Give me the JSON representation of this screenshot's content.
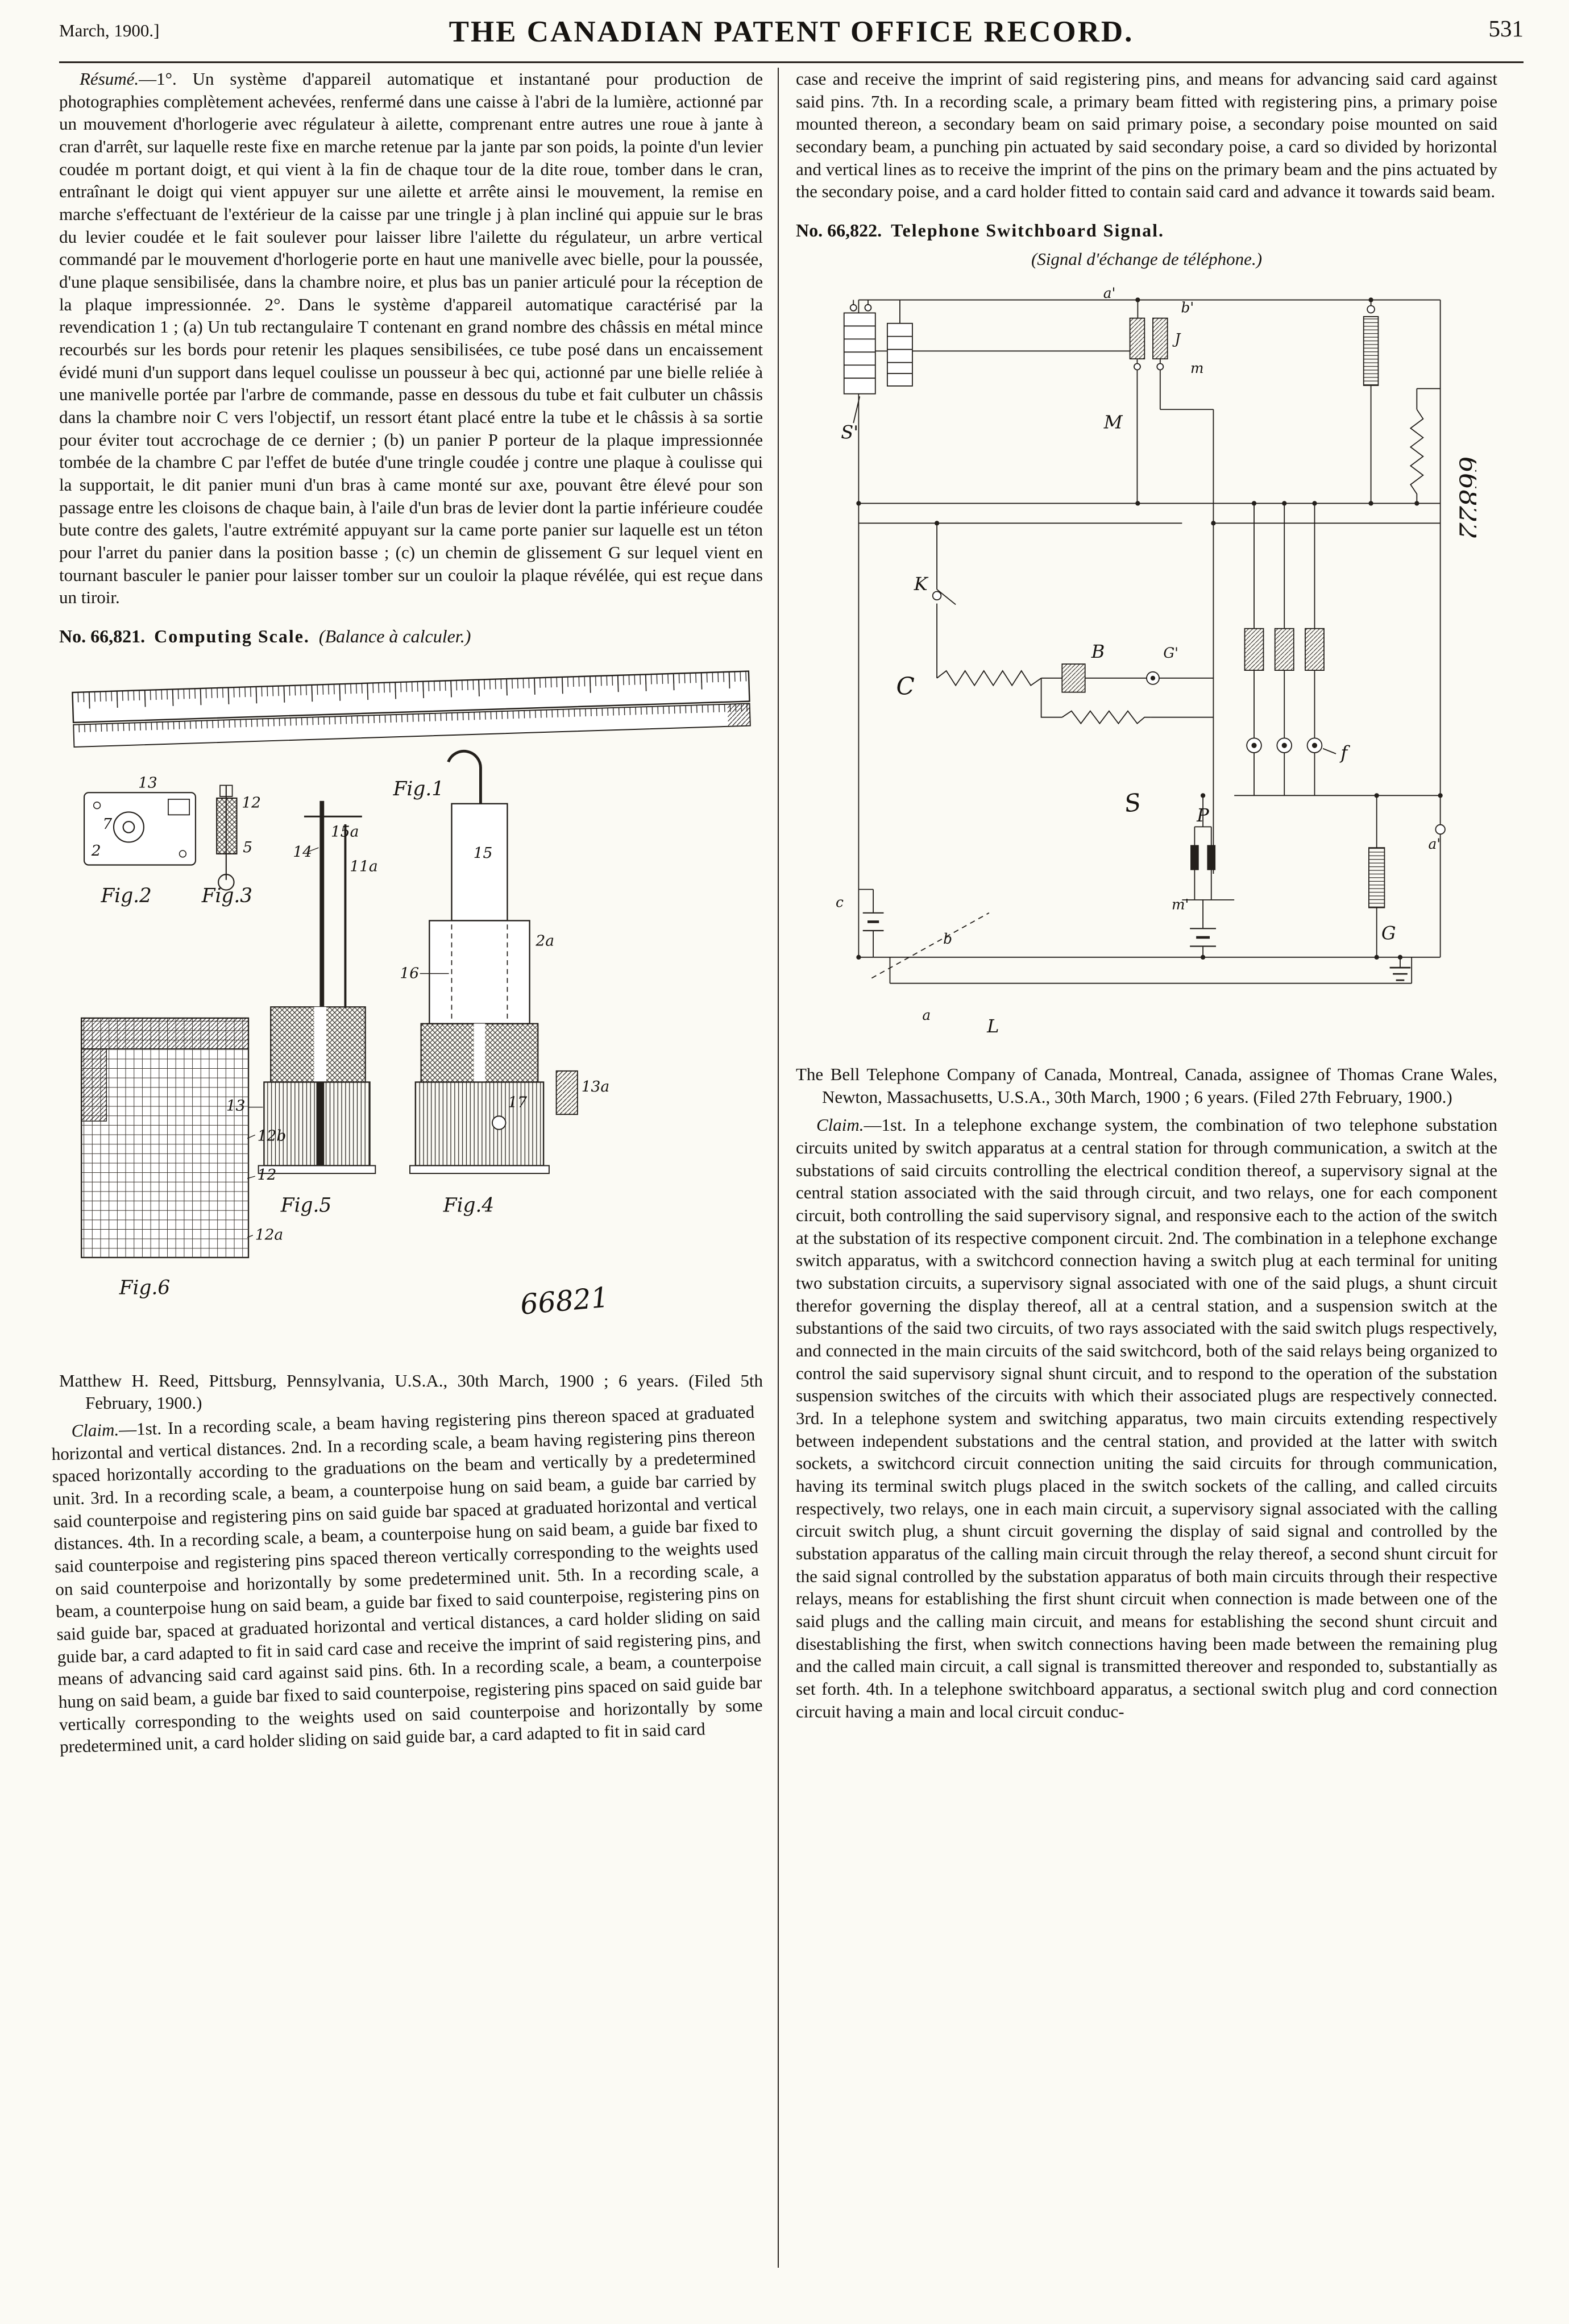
{
  "header": {
    "left": "March, 1900.]",
    "title": "THE CANADIAN PATENT OFFICE RECORD.",
    "page_number": "531"
  },
  "left_column": {
    "resume_label": "Résumé.",
    "resume_text": "—1°. Un système d'appareil automatique et instantané pour production de photographies complètement achevées, renfermé dans une caisse à l'abri de la lumière, actionné par un mouvement d'horlogerie avec régulateur à ailette, comprenant entre autres une roue à jante à cran d'arrêt, sur laquelle reste fixe en marche retenue par la jante par son poids, la pointe d'un levier coudée m portant doigt, et qui vient à la fin de chaque tour de la dite roue, tomber dans le cran, entraînant le doigt qui vient appuyer sur une ailette et arrête ainsi le mouvement, la remise en marche s'effectuant de l'extérieur de la caisse par une tringle j à plan incliné qui appuie sur le bras du levier coudée et le fait soulever pour laisser libre l'ailette du régulateur, un arbre vertical commandé par le mouvement d'horlogerie porte en haut une manivelle avec bielle, pour la poussée, d'une plaque sensibilisée, dans la chambre noire, et plus bas un panier articulé pour la réception de la plaque impressionnée. 2°. Dans le système d'appareil automatique caractérisé par la revendication 1 ; (a) Un tub rectangulaire T contenant en grand nombre des châssis en métal mince recourbés sur les bords pour retenir les plaques sensibilisées, ce tube posé dans un encaissement évidé muni d'un support dans lequel coulisse un pousseur à bec qui, actionné par une bielle reliée à une manivelle portée par l'arbre de commande, passe en dessous du tube et fait culbuter un châssis dans la chambre noir C vers l'objectif, un ressort étant placé entre la tube et le châssis à sa sortie pour éviter tout accrochage de ce dernier ; (b) un panier P porteur de la plaque impressionnée tombée de la chambre C par l'effet de butée d'une tringle coudée j contre une plaque à coulisse qui la supportait, le dit panier muni d'un bras à came monté sur axe, pouvant être élevé pour son passage entre les cloisons de chaque bain, à l'aile d'un bras de levier dont la partie inférieure coudée bute contre des galets, l'autre extrémité appuyant sur la came porte panier sur laquelle est un téton pour l'arret du panier dans la position basse ; (c) un chemin de glissement G sur lequel vient en tournant basculer le panier pour laisser tomber sur un couloir la plaque révélée, qui est reçue dans un tiroir.",
    "patent_66821": {
      "number": "No. 66,821.",
      "title": "Computing Scale.",
      "title_fr": "(Balance à calculer.)",
      "figure": {
        "fig1": "Fig.1",
        "fig2": "Fig.2",
        "fig3": "Fig.3",
        "fig4": "Fig.4",
        "fig5": "Fig.5",
        "fig6": "Fig.6",
        "number": "66821",
        "parts": [
          "13",
          "7",
          "2",
          "12",
          "5",
          "14",
          "15a",
          "11a",
          "15",
          "2a",
          "16",
          "17",
          "13a",
          "12b",
          "12",
          "12a",
          "13"
        ]
      },
      "attribution": "Matthew H. Reed, Pittsburg, Pennsylvania, U.S.A., 30th March, 1900 ; 6 years.  (Filed 5th February, 1900.)",
      "claim_label": "Claim.",
      "claim_text": "—1st. In a recording scale, a beam having registering pins thereon spaced at graduated horizontal and vertical distances. 2nd. In a recording scale, a beam having registering pins thereon spaced horizontally according to the graduations on the beam and vertically by a predetermined unit. 3rd. In a recording scale, a beam, a counterpoise hung on said beam, a guide bar carried by said counterpoise and registering pins on said guide bar spaced at graduated horizontal and vertical distances. 4th. In a recording scale, a beam, a counterpoise hung on said beam, a guide bar fixed to said counterpoise and registering pins spaced thereon vertically corresponding to the weights used on said counterpoise and horizontally by some predetermined unit. 5th. In a recording scale, a beam, a counterpoise hung on said beam, a guide bar fixed to said counterpoise, registering pins on said guide bar, spaced at graduated horizontal and vertical distances, a card holder sliding on said guide bar, a card adapted to fit in said card case and receive the imprint of said registering pins, and means of advancing said card against said pins. 6th. In a recording scale, a beam, a counterpoise hung on said beam, a guide bar fixed to said counterpoise, registering pins spaced on said guide bar vertically corresponding to the weights used on said counterpoise and horizontally by some predetermined unit, a card holder sliding on said guide bar, a card adapted to fit in said card"
    }
  },
  "right_column": {
    "continuation": "case and receive the imprint of said registering pins, and means for advancing said card against said pins.  7th. In a recording scale, a primary beam fitted with registering pins, a primary poise mounted thereon, a secondary beam on said primary poise, a secondary poise mounted on said secondary beam, a punching pin actuated by said secondary poise, a card so divided by horizontal and vertical lines as to receive the imprint of the pins on the primary beam and the pins actuated by the secondary poise, and a card holder fitted to contain said card and advance it towards said beam.",
    "patent_66822": {
      "number": "No. 66,822.",
      "title": "Telephone Switchboard Signal.",
      "title_fr": "(Signal d'échange de téléphone.)",
      "figure": {
        "number": "66822",
        "labels": [
          "S'",
          "a'",
          "b'",
          "J",
          "m",
          "M",
          "K",
          "C",
          "B",
          "G'",
          "f",
          "S",
          "P",
          "L",
          "G",
          "a",
          "b",
          "c",
          "m'"
        ]
      },
      "attribution": "The Bell Telephone Company of Canada, Montreal, Canada, assignee of Thomas Crane Wales, Newton, Massachusetts, U.S.A., 30th March, 1900 ; 6 years.  (Filed 27th February, 1900.)",
      "claim_label": "Claim.",
      "claim_text": "—1st. In a telephone exchange system, the combination of two telephone substation circuits united by switch apparatus at a central station for through communication, a switch at the substations of said circuits controlling the electrical condition thereof, a supervisory signal at the central station associated with the said through circuit, and two relays, one for each component circuit, both controlling the said supervisory signal, and responsive each to the action of the switch at the substation of its respective component circuit. 2nd. The combination in a telephone exchange switch apparatus, with a switchcord connection having a switch plug at each terminal for uniting two substation circuits, a supervisory signal associated with one of the said plugs, a shunt circuit therefor governing the display thereof, all at a central station, and a suspension switch at the substantions of the said two circuits, of two rays associated with the said switch plugs respectively, and connected in the main circuits of the said switchcord, both of the said relays being organized to control the said supervisory signal shunt circuit, and to respond to the operation of the substation suspension switches of the circuits with which their associated plugs are respectively connected. 3rd. In a telephone system and switching apparatus, two main circuits extending respectively between independent substations and the central station, and provided at the latter with switch sockets, a switchcord circuit connection uniting the said circuits for through communication, having its terminal switch plugs placed in the switch sockets of the calling, and called circuits respectively, two relays, one in each main circuit, a supervisory signal associated with the calling circuit switch plug, a shunt circuit governing the display of said signal and controlled by the substation apparatus of the calling main circuit through the relay thereof, a second shunt circuit for the said signal controlled by the substation apparatus of both main circuits through their respective relays, means for establishing the first shunt circuit when connection is made between one of the said plugs and the calling main circuit, and means for establishing the second shunt circuit and disestablishing the first, when switch connections having been made between the remaining plug and the called main circuit, a call signal is transmitted thereover and responded to, substantially as set forth. 4th. In a telephone switchboard apparatus, a sectional switch plug and cord connection circuit having a main and local circuit conduc-"
    }
  }
}
